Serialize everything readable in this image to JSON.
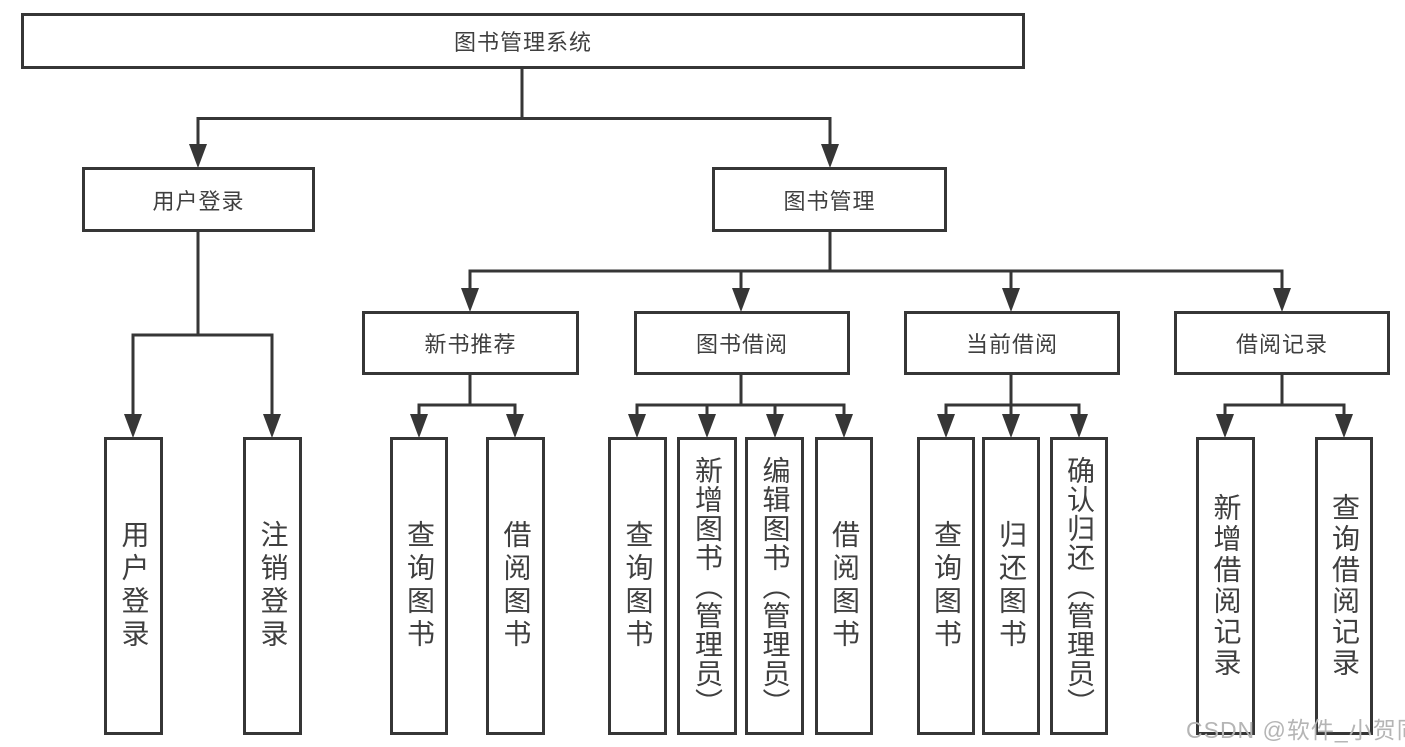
{
  "tree": {
    "label": "图书管理系统",
    "children": [
      {
        "label": "用户登录",
        "children": [
          {
            "label": "用户登录"
          },
          {
            "label": "注销登录"
          }
        ]
      },
      {
        "label": "图书管理",
        "children": [
          {
            "label": "新书推荐",
            "children": [
              {
                "label": "查询图书"
              },
              {
                "label": "借阅图书"
              }
            ]
          },
          {
            "label": "图书借阅",
            "children": [
              {
                "label": "查询图书"
              },
              {
                "label": "新增图书（管理员）"
              },
              {
                "label": "编辑图书（管理员）"
              },
              {
                "label": "借阅图书"
              }
            ]
          },
          {
            "label": "当前借阅",
            "children": [
              {
                "label": "查询图书"
              },
              {
                "label": "归还图书"
              },
              {
                "label": "确认归还（管理员）"
              }
            ]
          },
          {
            "label": "借阅记录",
            "children": [
              {
                "label": "新增借阅记录"
              },
              {
                "label": "查询借阅记录"
              }
            ]
          }
        ]
      }
    ]
  },
  "watermark": {
    "text": "CSDN @软件_小贺同学",
    "color": "#b5b5b5"
  },
  "colors": {
    "line": "#363636",
    "text": "#3f3f3f",
    "background": "#ffffff"
  }
}
